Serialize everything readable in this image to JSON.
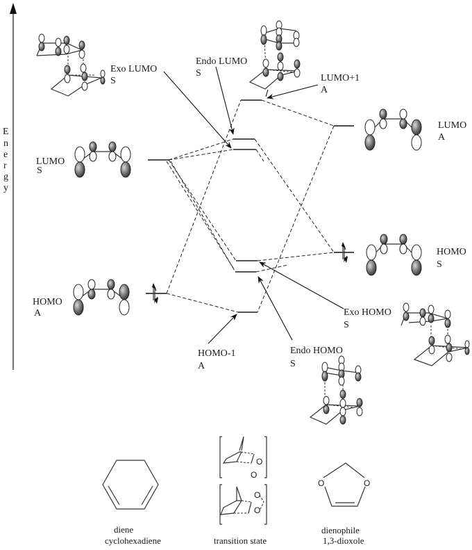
{
  "axis": {
    "label_letters": [
      "E",
      "n",
      "e",
      "r",
      "g",
      "y"
    ]
  },
  "diene_mos": {
    "lumo": {
      "name": "LUMO",
      "symmetry": "S"
    },
    "homo": {
      "name": "HOMO",
      "symmetry": "A"
    }
  },
  "dienophile_mos": {
    "lumo": {
      "name": "LUMO",
      "symmetry": "A"
    },
    "homo": {
      "name": "HOMO",
      "symmetry": "S"
    }
  },
  "ts_mos": {
    "lumo_plus_1": {
      "name": "LUMO+1",
      "symmetry": "A"
    },
    "endo_lumo": {
      "name": "Endo LUMO",
      "symmetry": "S"
    },
    "exo_lumo": {
      "name": "Exo LUMO",
      "symmetry": "S"
    },
    "exo_homo": {
      "name": "Exo HOMO",
      "symmetry": "S"
    },
    "endo_homo": {
      "name": "Endo HOMO",
      "symmetry": "S"
    },
    "homo_minus_1": {
      "name": "HOMO-1",
      "symmetry": "A"
    }
  },
  "structures": {
    "diene": {
      "role": "diene",
      "name": "cyclohexadiene"
    },
    "ts": {
      "role": "transition state"
    },
    "dienophile": {
      "role": "dienophile",
      "name": "1,3-dioxole",
      "atom_label": "O"
    }
  },
  "colors": {
    "level_line": "#555555",
    "axis": "#777777",
    "ink": "#1a1a1a"
  }
}
